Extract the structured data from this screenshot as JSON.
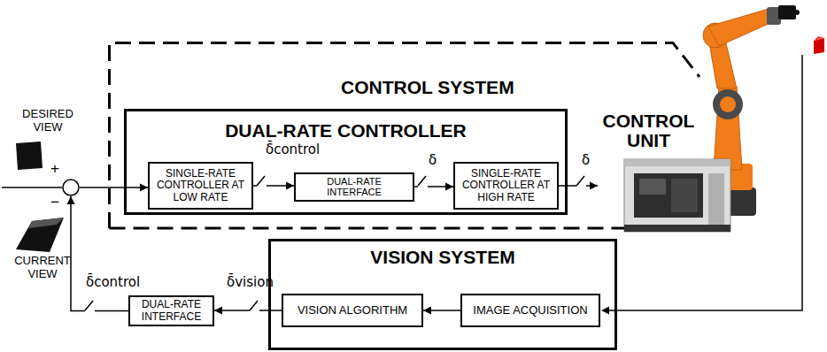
{
  "diagram": {
    "nodes": [
      {
        "text": [
          "CONTROL SYSTEM"
        ]
      },
      {
        "text": [
          "DUAL-RATE CONTROLLER"
        ],
        "in": 0
      },
      {
        "text": [
          "SINGLE-RATE CONTROLLER AT LOW RATE"
        ],
        "in": 1
      },
      {
        "text": [
          "DUAL-RATE INTERFACE"
        ],
        "in": 1
      },
      {
        "text": [
          "SINGLE-RATE CONTROLLER AT HIGH RATE"
        ],
        "in": 1
      },
      {
        "text": [
          "CONTROL UNIT"
        ],
        "in": 0
      },
      {
        "text": [
          "+",
          "−"
        ]
      },
      {
        "text": [
          "VISION SYSTEM"
        ]
      },
      {
        "text": [
          "VISION ALGORITHM"
        ],
        "in": 7
      },
      {
        "text": [
          "IMAGE ACQUISITION"
        ],
        "in": 7
      },
      {
        "text": [
          "DUAL-RATE INTERFACE"
        ]
      }
    ],
    "edges": [
      {
        "from": 2,
        "to": 3,
        "label": "δ̄control",
        "arrow": "to"
      },
      {
        "from": 3,
        "to": 4,
        "label": "δ",
        "arrow": "to"
      },
      {
        "from": 4,
        "to": 5,
        "label": "δ",
        "arrow": "to"
      },
      {
        "from": 9,
        "to": 8,
        "arrow": "to"
      },
      {
        "from": 8,
        "to": 10,
        "label": "δ̄vision",
        "arrow": "to"
      },
      {
        "from": 10,
        "to": 6,
        "label": "δ̄control",
        "arrow": "to"
      },
      {
        "from": 6,
        "to": 2,
        "arrow": "to"
      }
    ],
    "labels": [
      "DESIRED VIEW",
      "CURRENT VIEW"
    ]
  }
}
